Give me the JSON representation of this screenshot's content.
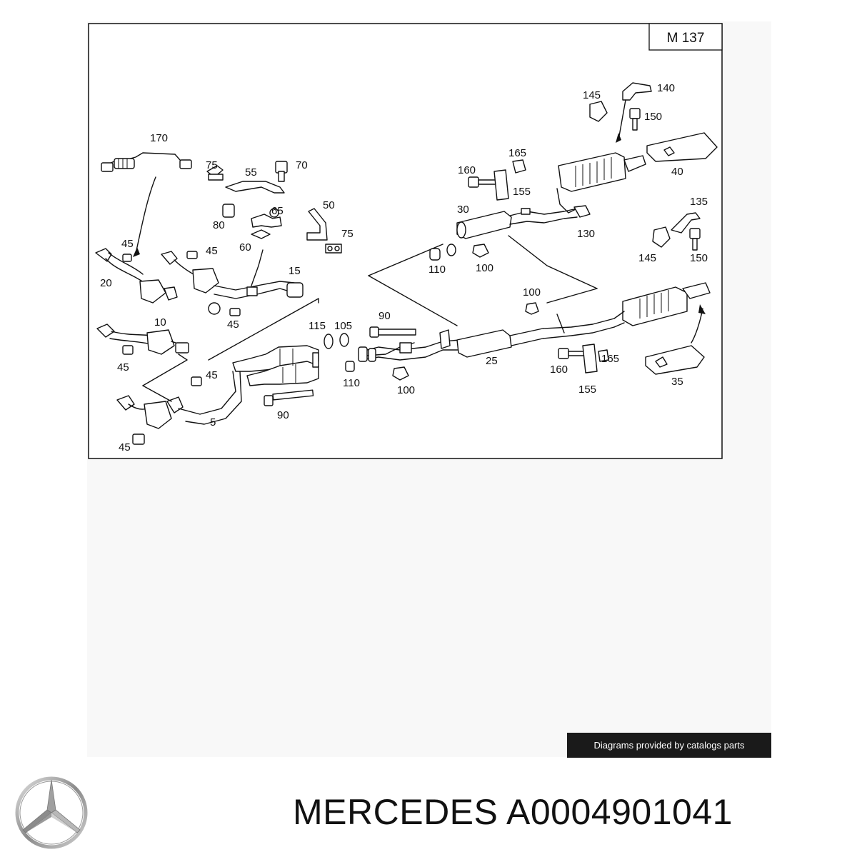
{
  "diagram": {
    "model_code": "M 137",
    "part_labels": {
      "p170": "170",
      "p75a": "75",
      "p55": "55",
      "p70": "70",
      "p80": "80",
      "p65": "65",
      "p60": "60",
      "p50": "50",
      "p75b": "75",
      "p45a": "45",
      "p20": "20",
      "p45b": "45",
      "p15": "15",
      "p45c": "45",
      "p10": "10",
      "p45d": "45",
      "p45e": "45",
      "p5": "5",
      "p45f": "45",
      "p115": "115",
      "p105": "105",
      "p90a": "90",
      "p110a": "110",
      "p100a": "100",
      "p90b": "90",
      "p30": "30",
      "p160a": "160",
      "p165a": "165",
      "p155a": "155",
      "p110b": "110",
      "p100b": "100",
      "p145a": "145",
      "p140": "140",
      "p150a": "150",
      "p40": "40",
      "p130": "130",
      "p135": "135",
      "p145b": "145",
      "p150b": "150",
      "p100c": "100",
      "p25": "25",
      "p160b": "160",
      "p165b": "165",
      "p155b": "155",
      "p35": "35"
    }
  },
  "credit": "Diagrams provided by catalogs parts",
  "footer": {
    "title": "MERCEDES A0004901041",
    "logo_icon": "mercedes-star-icon"
  }
}
